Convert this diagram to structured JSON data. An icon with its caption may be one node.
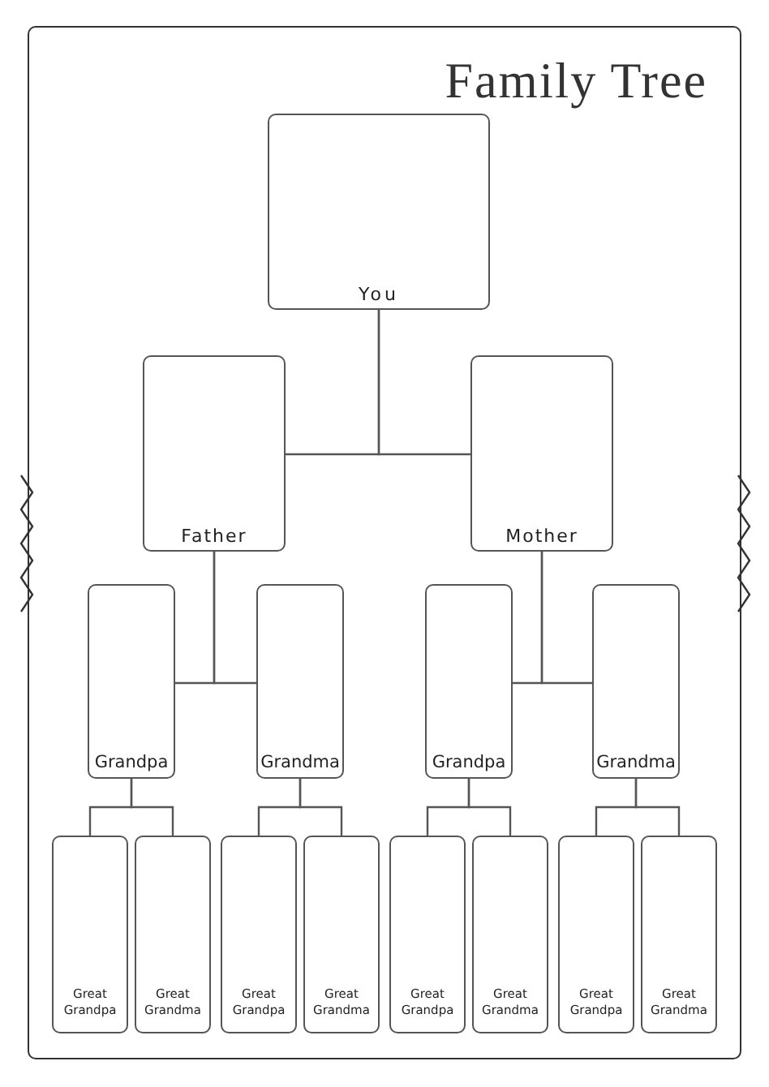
{
  "diagram": {
    "title": "Family Tree",
    "nodes": [
      {
        "text": [
          "You"
        ]
      },
      {
        "text": [
          "Father"
        ]
      },
      {
        "text": [
          "Mother"
        ]
      },
      {
        "text": [
          "Grandpa"
        ]
      },
      {
        "text": [
          "Grandma"
        ]
      },
      {
        "text": [
          "Grandpa"
        ]
      },
      {
        "text": [
          "Grandma"
        ]
      },
      {
        "text": [
          "Great Grandpa"
        ]
      },
      {
        "text": [
          "Great Grandma"
        ]
      },
      {
        "text": [
          "Great Grandpa"
        ]
      },
      {
        "text": [
          "Great Grandma"
        ]
      },
      {
        "text": [
          "Great Grandpa"
        ]
      },
      {
        "text": [
          "Great Grandma"
        ]
      },
      {
        "text": [
          "Great Grandpa"
        ]
      },
      {
        "text": [
          "Great Grandma"
        ]
      }
    ],
    "edges": [
      {
        "from": 0,
        "to": 1,
        "arrow": "none"
      },
      {
        "from": 0,
        "to": 2,
        "arrow": "none"
      },
      {
        "from": 1,
        "to": 3,
        "arrow": "none"
      },
      {
        "from": 1,
        "to": 4,
        "arrow": "none"
      },
      {
        "from": 2,
        "to": 5,
        "arrow": "none"
      },
      {
        "from": 2,
        "to": 6,
        "arrow": "none"
      },
      {
        "from": 3,
        "to": 7,
        "arrow": "none"
      },
      {
        "from": 3,
        "to": 8,
        "arrow": "none"
      },
      {
        "from": 4,
        "to": 9,
        "arrow": "none"
      },
      {
        "from": 4,
        "to": 10,
        "arrow": "none"
      },
      {
        "from": 5,
        "to": 11,
        "arrow": "none"
      },
      {
        "from": 5,
        "to": 12,
        "arrow": "none"
      },
      {
        "from": 6,
        "to": 13,
        "arrow": "none"
      },
      {
        "from": 6,
        "to": 14,
        "arrow": "none"
      }
    ]
  }
}
